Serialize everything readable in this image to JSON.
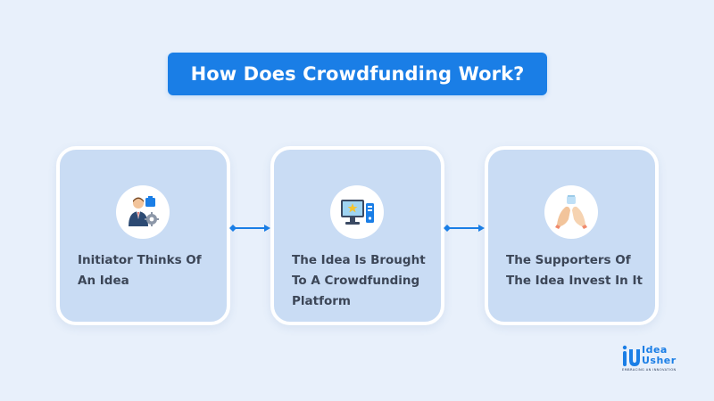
{
  "title": "How Does Crowdfunding Work?",
  "steps": [
    {
      "label": "Initiator Thinks Of An Idea",
      "icon": "businessman-gear-icon"
    },
    {
      "label": "The Idea Is Brought To A Crowdfunding Platform",
      "icon": "computer-monitor-icon"
    },
    {
      "label": "The Supporters Of The Idea Invest In It",
      "icon": "hands-giving-icon"
    }
  ],
  "logo": {
    "word1": "Idea",
    "word2": "Usher",
    "tagline": "EMBRACING AN INNOVATION"
  },
  "colors": {
    "background": "#e8f0fb",
    "accent": "#1a7ee6",
    "card": "#c9dcf4",
    "card_border": "#ffffff",
    "text": "#3c4657"
  }
}
